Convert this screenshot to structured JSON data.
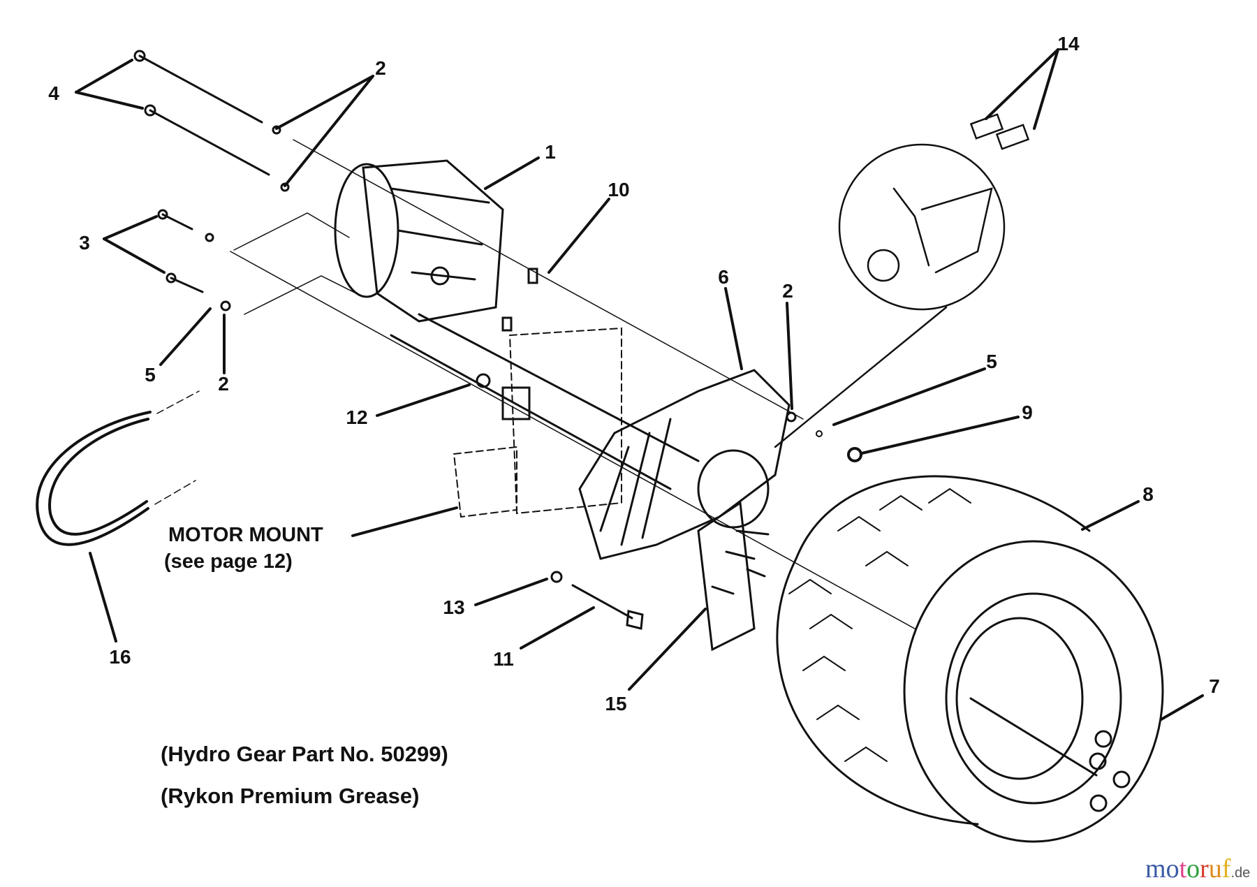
{
  "callouts": {
    "c4": "4",
    "c2a": "2",
    "c14": "14",
    "c1": "1",
    "c10": "10",
    "c3": "3",
    "c6": "6",
    "c2b": "2",
    "c5a": "5",
    "c2c": "2",
    "c5b": "5",
    "c9": "9",
    "c12": "12",
    "c8": "8",
    "c13": "13",
    "c11": "11",
    "c16": "16",
    "c15": "15",
    "c7": "7"
  },
  "notes": {
    "motor_mount": "MOTOR MOUNT",
    "see_page": "(see page 12)",
    "part_no": "(Hydro Gear Part No. 50299)",
    "grease": "(Rykon Premium Grease)"
  },
  "watermark": {
    "letters": [
      "m",
      "o",
      "t",
      "o",
      "r",
      "u",
      "f"
    ],
    "colors": [
      "#3b5ba5",
      "#3b5ba5",
      "#e0408a",
      "#2e9e3e",
      "#d63b2b",
      "#e08a1e",
      "#e0b21e"
    ],
    "suffix": ".de"
  }
}
